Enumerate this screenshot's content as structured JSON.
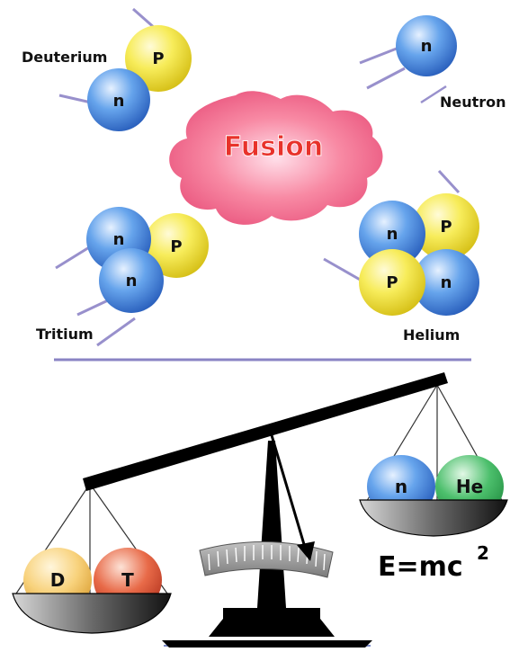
{
  "fusion": {
    "title": "Fusion",
    "title_color": "#e8322a",
    "cloud_color": "#f06a86"
  },
  "reactants": {
    "deuterium": {
      "label": "Deuterium",
      "particles": [
        "P",
        "n"
      ]
    },
    "tritium": {
      "label": "Tritium",
      "particles": [
        "n",
        "P",
        "n"
      ]
    }
  },
  "products": {
    "neutron": {
      "label": "Neutron",
      "particles": [
        "n"
      ]
    },
    "helium": {
      "label": "Helium",
      "particles": [
        "n",
        "P",
        "P",
        "n"
      ]
    }
  },
  "colors": {
    "proton": "#f2e23a",
    "neutron": "#4a8ee0",
    "divider": "#8a84c4",
    "trail": "#9890cc"
  },
  "scale": {
    "left_pan": [
      {
        "symbol": "D",
        "color": "#f6c86a"
      },
      {
        "symbol": "T",
        "color": "#e25a3c"
      }
    ],
    "right_pan": [
      {
        "symbol": "n",
        "color": "#4a8ee0"
      },
      {
        "symbol": "He",
        "color": "#3cae5c"
      }
    ],
    "equation": {
      "base": "E=mc",
      "exponent": "2"
    }
  }
}
